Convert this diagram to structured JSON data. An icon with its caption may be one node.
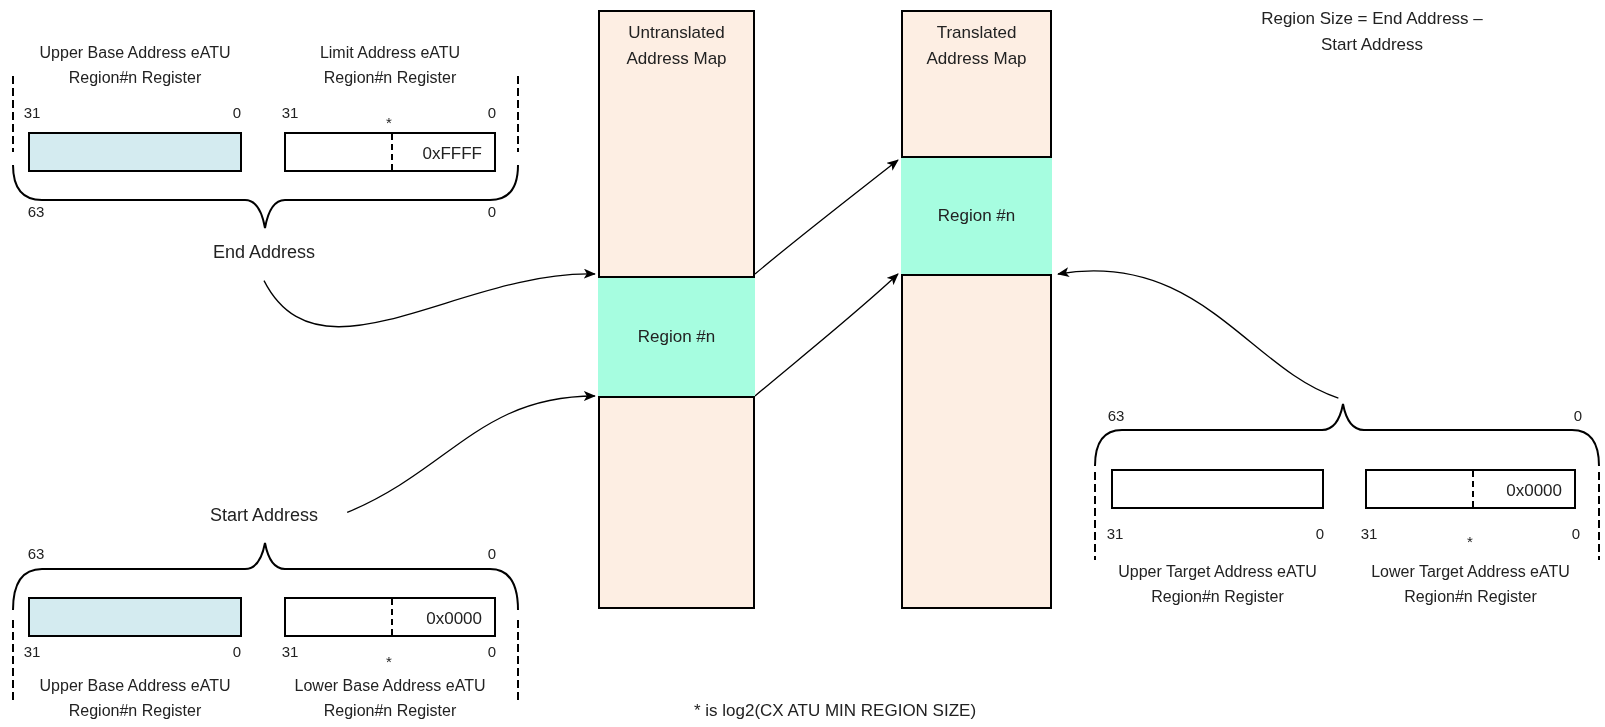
{
  "diagram": {
    "nodes": [
      {
        "text": [
          "Untranslated Address Map"
        ]
      },
      {
        "text": [
          "Region #n"
        ],
        "in": 0
      },
      {
        "text": [
          "Translated Address Map"
        ]
      },
      {
        "text": [
          "Region #n"
        ],
        "in": 2
      },
      {
        "text": [
          "Upper Base Address eATU Region#n Register"
        ]
      },
      {
        "text": [
          "Limit Address eATU Region#n Register",
          "0xFFFF"
        ]
      },
      {
        "text": [
          "End Address"
        ]
      },
      {
        "text": [
          "Start Address"
        ]
      },
      {
        "text": [
          "Upper Base Address eATU Region#n Register"
        ]
      },
      {
        "text": [
          "0x0000",
          "Lower Base Address eATU Region#n Register"
        ]
      },
      {
        "text": [
          "Upper Target Address eATU Region#n Register"
        ]
      },
      {
        "text": [
          "0x0000",
          "Lower Target Address eATU Region#n Register"
        ]
      },
      {
        "text": [],
        "shape": "brace"
      }
    ],
    "edges": [
      {
        "from": 6,
        "to": 1,
        "arrow": "to"
      },
      {
        "from": 7,
        "to": 1,
        "arrow": "to"
      },
      {
        "from": 1,
        "to": 3,
        "arrow": "to"
      },
      {
        "from": 1,
        "to": 3,
        "arrow": "to"
      },
      {
        "from": 12,
        "to": 3,
        "arrow": "to"
      }
    ],
    "labels": [
      "Region Size = End Address – Start Address",
      "31",
      "0",
      "31",
      "*",
      "0",
      "63",
      "0",
      "63",
      "0",
      "31",
      "0",
      "31",
      "*",
      "0",
      "63",
      "0",
      "31",
      "0",
      "31",
      "*",
      "0",
      "* is log2(CX ATU MIN REGION SIZE)"
    ]
  }
}
